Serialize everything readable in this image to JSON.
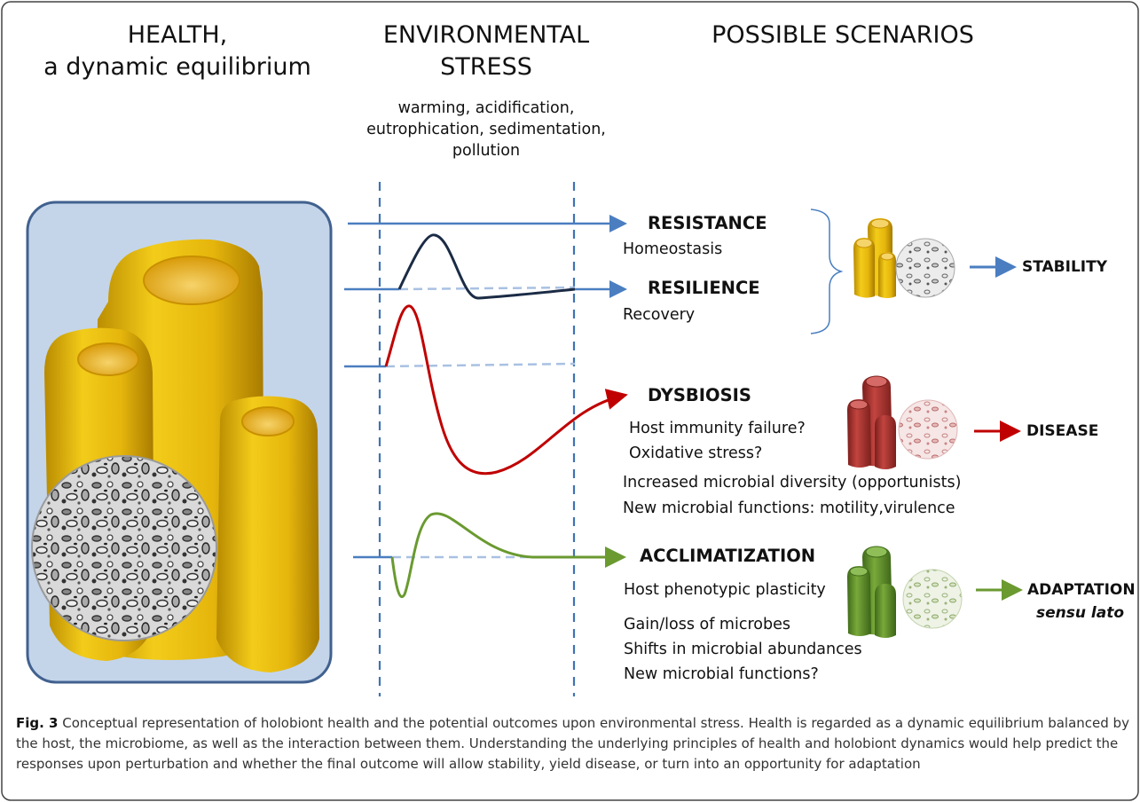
{
  "headings": {
    "health_line1": "HEALTH,",
    "health_line2": "a dynamic equilibrium",
    "stress_line1": "ENVIRONMENTAL",
    "stress_line2": "STRESS",
    "stress_sub1": "warming, acidification,",
    "stress_sub2": "eutrophication, sedimentation,",
    "stress_sub3": "pollution",
    "scenarios": "POSSIBLE SCENARIOS"
  },
  "scenarios": {
    "resistance": {
      "label": "RESISTANCE",
      "note": "Homeostasis",
      "color": "#4a7ec0"
    },
    "resilience": {
      "label": "RESILIENCE",
      "note": "Recovery",
      "color": "#1b2b45"
    },
    "dysbiosis": {
      "label": "DYSBIOSIS",
      "notes": [
        "Host immunity failure?",
        "Oxidative stress?",
        "Increased microbial diversity (opportunists)",
        "New microbial functions: motility,virulence"
      ],
      "color": "#c00000"
    },
    "acclimatization": {
      "label": "ACCLIMATIZATION",
      "notes": [
        "Host phenotypic plasticity",
        "Gain/loss of microbes",
        "Shifts in microbial abundances",
        "New microbial functions?"
      ],
      "color": "#6a9a30"
    }
  },
  "outcomes": {
    "stability": "STABILITY",
    "disease": "DISEASE",
    "adaptation_line1": "ADAPTATION",
    "adaptation_line2": "sensu lato"
  },
  "colors": {
    "panel_fill": "#c4d5ea",
    "panel_border": "#41618f",
    "sponge_healthy": "#e8bd10",
    "sponge_diseased": "#b3322f",
    "sponge_adapted": "#5e8f2c",
    "dashed_line": "#3f73b3"
  },
  "icons": [
    "sponge-icon",
    "microbiome-icon",
    "arrow-right-icon",
    "brace-icon"
  ],
  "caption": {
    "label": "Fig. 3",
    "text": " Conceptual representation of holobiont health and the potential outcomes upon environmental stress. Health is regarded as a dynamic equilibrium balanced by the host, the microbiome, as well as the interaction between them. Understanding the underlying principles of health and holobiont dynamics would help predict the responses upon perturbation and whether the final outcome will allow stability, yield disease, or turn into an opportunity for adaptation"
  }
}
